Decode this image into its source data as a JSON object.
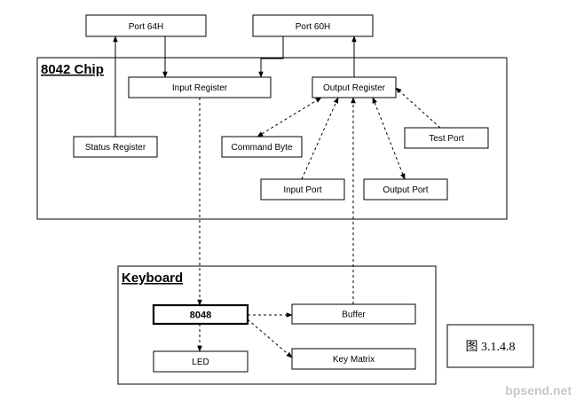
{
  "diagram": {
    "ports": {
      "port64": "Port 64H",
      "port60": "Port 60H"
    },
    "chip": {
      "title": "8042 Chip",
      "input_register": "Input Register",
      "output_register": "Output Register",
      "status_register": "Status Register",
      "command_byte": "Command Byte",
      "test_port": "Test Port",
      "input_port": "Input Port",
      "output_port": "Output Port"
    },
    "keyboard": {
      "title": "Keyboard",
      "controller": "8048",
      "buffer": "Buffer",
      "led": "LED",
      "key_matrix": "Key Matrix"
    },
    "caption": "图 3.1.4.8",
    "watermark": "bpsend.net"
  }
}
